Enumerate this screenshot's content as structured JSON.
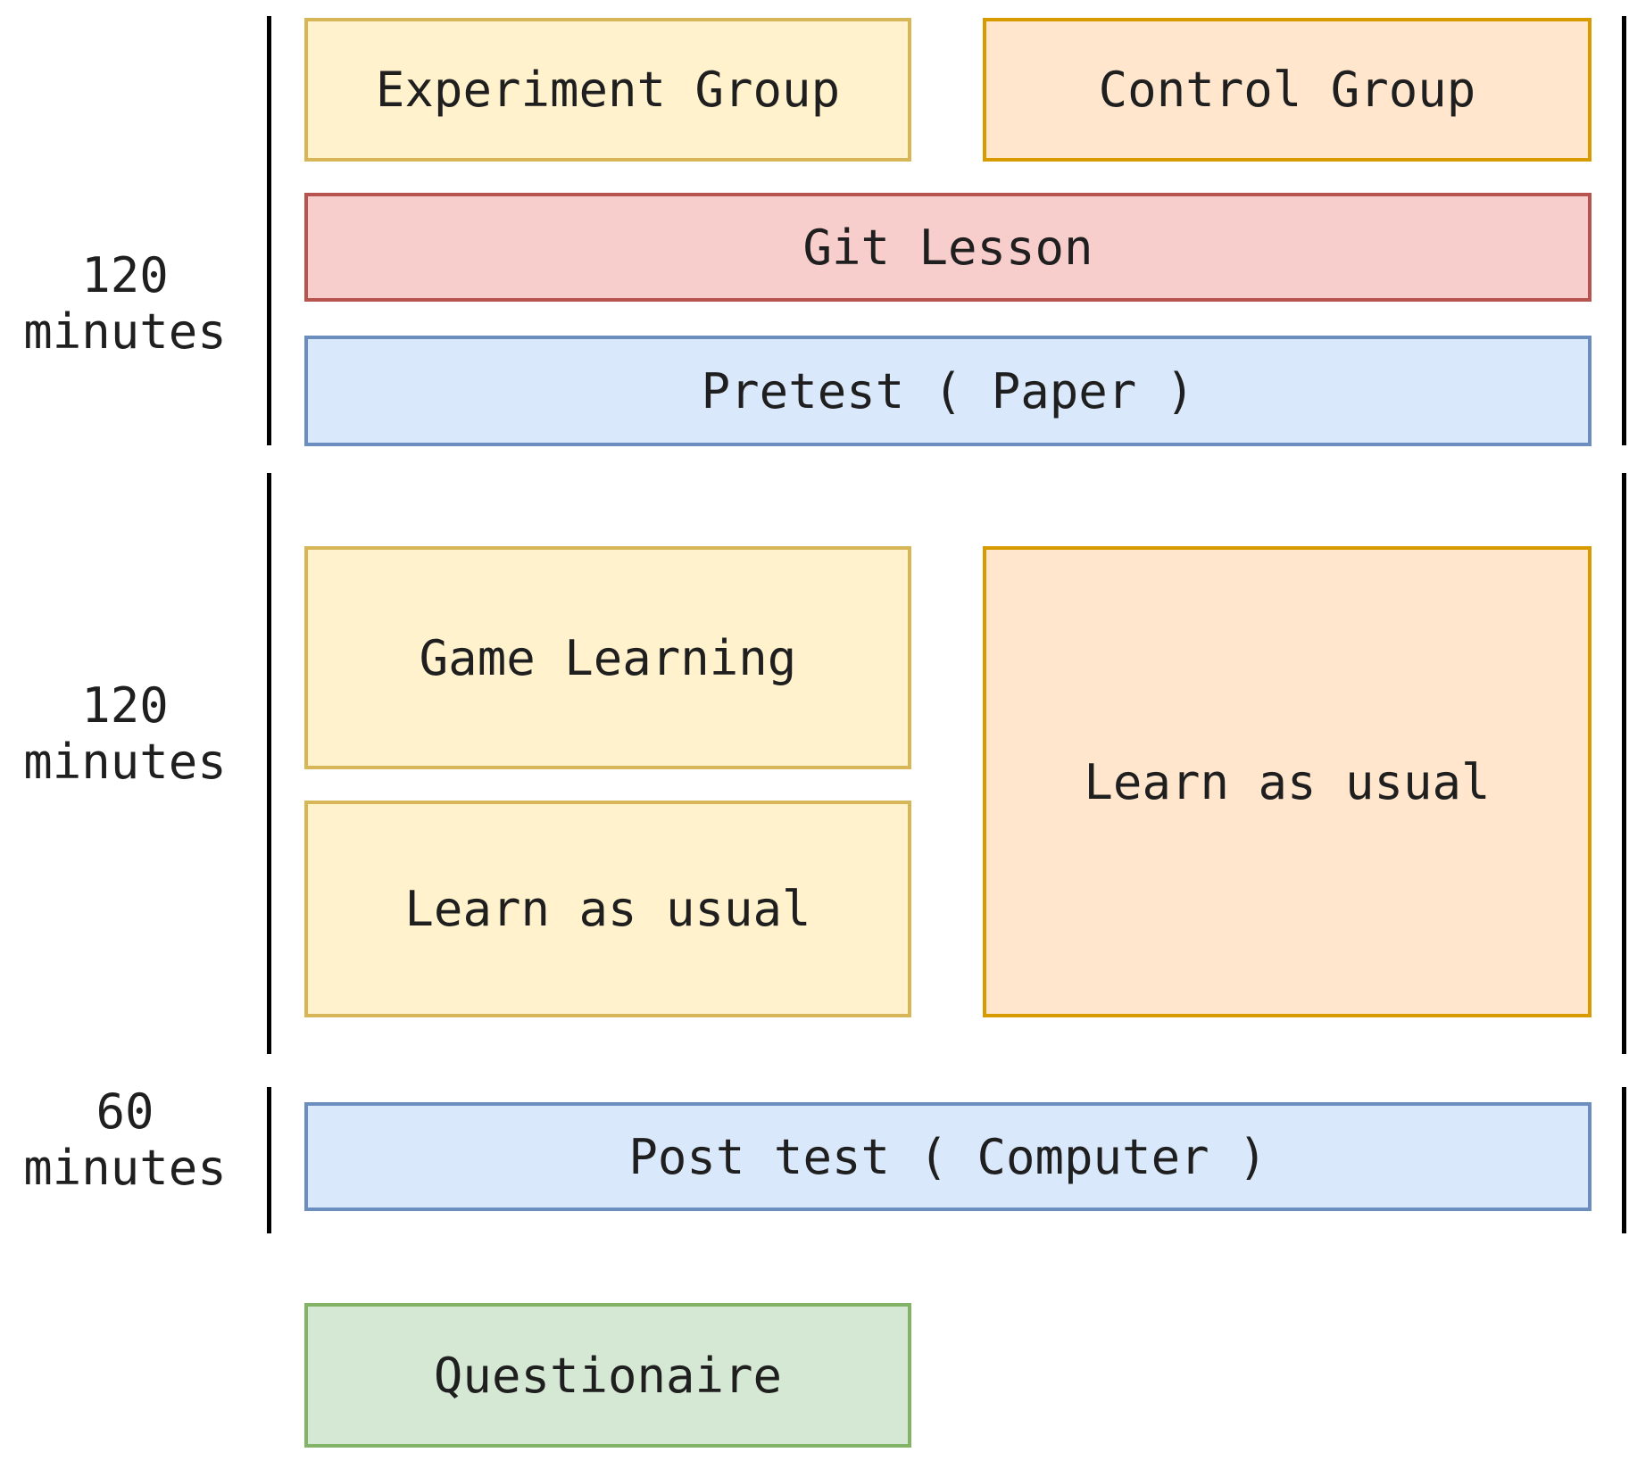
{
  "diagram": {
    "type": "experiment-procedure-flow",
    "colors": {
      "background": "#ffffff",
      "bracket": "#000000",
      "text": "#1f1f1f",
      "yellow_fill": "#FFF2CC",
      "yellow_stroke": "#D6B656",
      "orange_fill": "#FFE6CC",
      "orange_stroke": "#D79B00",
      "red_fill": "#F8CECC",
      "red_stroke": "#B85450",
      "blue_fill": "#DAE8FC",
      "blue_stroke": "#6C8EBF",
      "green_fill": "#D5E8D4",
      "green_stroke": "#82B366"
    },
    "phases": [
      {
        "duration": "120",
        "unit": "minutes"
      },
      {
        "duration": "120",
        "unit": "minutes"
      },
      {
        "duration": "60",
        "unit": "minutes"
      }
    ],
    "boxes": {
      "experiment_group": {
        "label": "Experiment Group",
        "fill": "#FFF2CC",
        "stroke": "#D6B656"
      },
      "control_group": {
        "label": "Control Group",
        "fill": "#FFE6CC",
        "stroke": "#D79B00"
      },
      "git_lesson": {
        "label": "Git Lesson",
        "fill": "#F8CECC",
        "stroke": "#B85450"
      },
      "pretest": {
        "label": "Pretest ( Paper )",
        "fill": "#DAE8FC",
        "stroke": "#6C8EBF"
      },
      "game_learning": {
        "label": "Game Learning",
        "fill": "#FFF2CC",
        "stroke": "#D6B656"
      },
      "learn_as_usual_experiment": {
        "label": "Learn as usual",
        "fill": "#FFF2CC",
        "stroke": "#D6B656"
      },
      "learn_as_usual_control": {
        "label": "Learn as usual",
        "fill": "#FFE6CC",
        "stroke": "#D79B00"
      },
      "post_test": {
        "label": "Post test ( Computer )",
        "fill": "#DAE8FC",
        "stroke": "#6C8EBF"
      },
      "questionaire": {
        "label": "Questionaire",
        "fill": "#D5E8D4",
        "stroke": "#82B366"
      }
    }
  }
}
